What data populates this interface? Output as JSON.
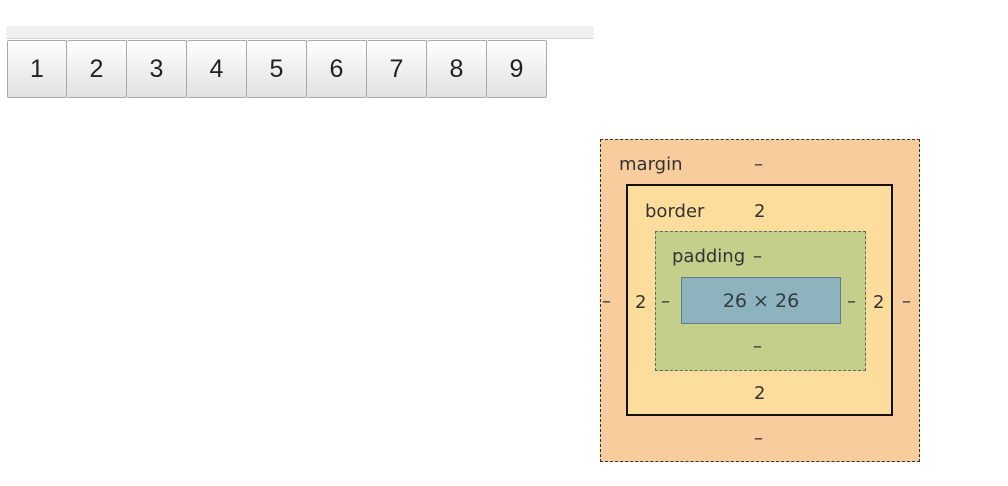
{
  "buttons": [
    "1",
    "2",
    "3",
    "4",
    "5",
    "6",
    "7",
    "8",
    "9"
  ],
  "box_model": {
    "margin": {
      "label": "margin",
      "top": "–",
      "right": "–",
      "bottom": "–",
      "left": "–"
    },
    "border": {
      "label": "border",
      "top": "2",
      "right": "2",
      "bottom": "2",
      "left": "2"
    },
    "padding": {
      "label": "padding",
      "top": "–",
      "right": "–",
      "bottom": "–",
      "left": "–"
    },
    "content": {
      "size": "26 × 26"
    },
    "colors": {
      "margin": "#f9cc9d",
      "border": "#fddd9b",
      "padding": "#c3cf8a",
      "content": "#8fb2bf"
    }
  }
}
